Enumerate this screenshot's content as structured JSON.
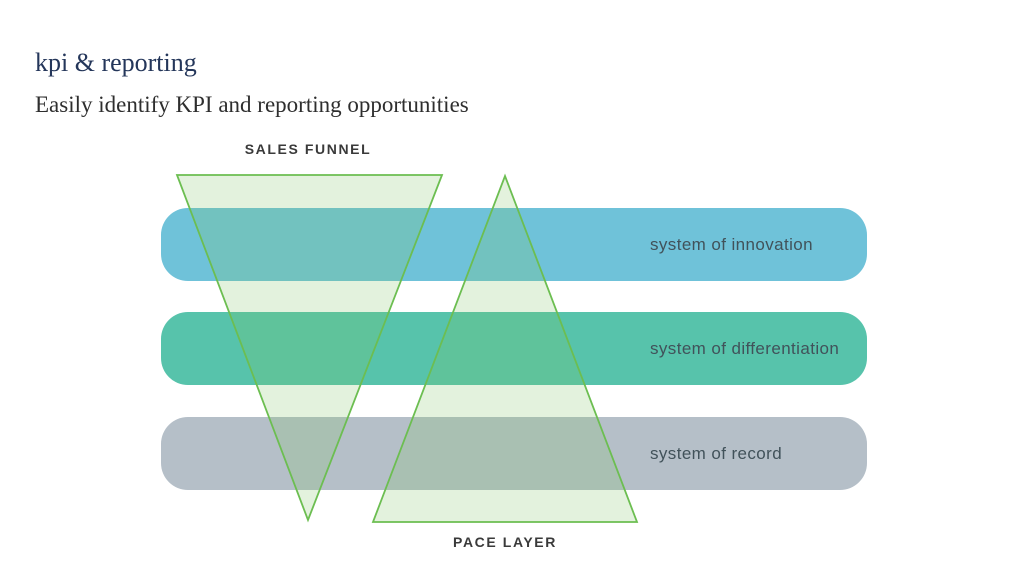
{
  "header": {
    "title": "kpi & reporting",
    "subtitle": "Easily identify KPI and reporting opportunities",
    "title_color": "#24365a",
    "subtitle_color": "#2e2e2e"
  },
  "diagram": {
    "sales_funnel": {
      "label": "SALES FUNNEL",
      "stroke": "#6cbe51",
      "fill": "rgba(128,196,98,0.22)"
    },
    "pace_layer": {
      "label": "PACE LAYER",
      "stroke": "#6cbe51",
      "fill": "rgba(128,196,98,0.22)"
    },
    "layers": [
      {
        "label": "system of innovation",
        "color": "#6fc2d9"
      },
      {
        "label": "system of differentiation",
        "color": "#57c3ab"
      },
      {
        "label": "system of record",
        "color": "#b5bfc8"
      }
    ],
    "label_color": "#3a3a3a",
    "layer_text_color": "#41525a"
  }
}
